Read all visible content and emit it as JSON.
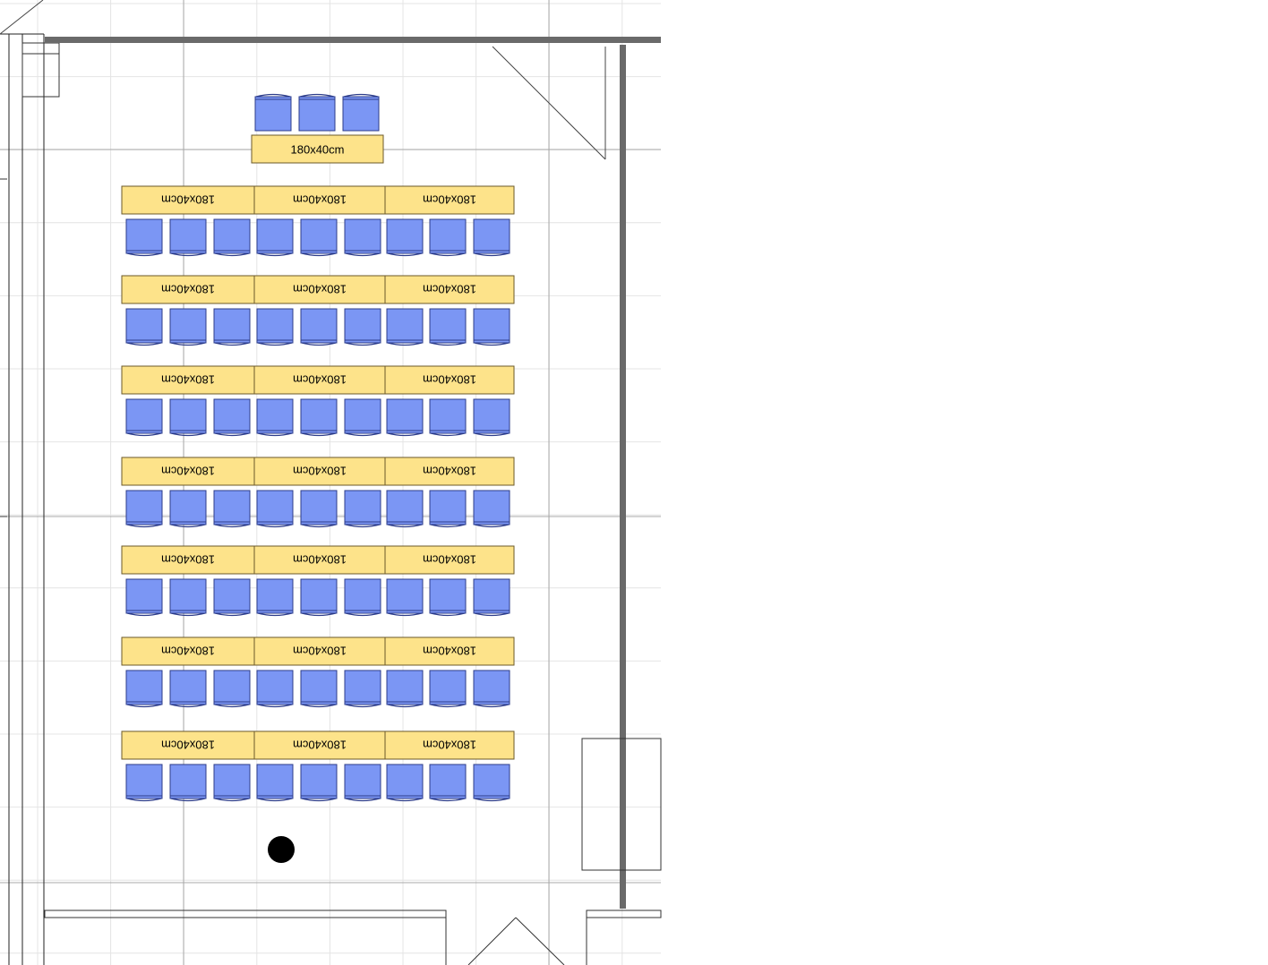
{
  "plan": {
    "head_table": {
      "label": "180x40cm",
      "chairs": 3
    },
    "rows": [
      {
        "labels": [
          "180x40cm",
          "180x40cm",
          "180x40cm"
        ],
        "chairs": 9
      },
      {
        "labels": [
          "180x40cm",
          "180x40cm",
          "180x40cm"
        ],
        "chairs": 9
      },
      {
        "labels": [
          "180x40cm",
          "180x40cm",
          "180x40cm"
        ],
        "chairs": 9
      },
      {
        "labels": [
          "180x40cm",
          "180x40cm",
          "180x40cm"
        ],
        "chairs": 9
      },
      {
        "labels": [
          "180x40cm",
          "180x40cm",
          "180x40cm"
        ],
        "chairs": 9
      },
      {
        "labels": [
          "180x40cm",
          "180x40cm",
          "180x40cm"
        ],
        "chairs": 9
      },
      {
        "labels": [
          "180x40cm",
          "180x40cm",
          "180x40cm"
        ],
        "chairs": 9
      }
    ],
    "colors": {
      "table_fill": "#fde38a",
      "table_stroke": "#6b5a2a",
      "chair_fill": "#7b96f4",
      "chair_stroke": "#2c3c8a",
      "wall": "#6a6a6a",
      "grid": "#e4e4e4",
      "grid_major": "#a8a8a8",
      "marker": "#000000"
    }
  }
}
